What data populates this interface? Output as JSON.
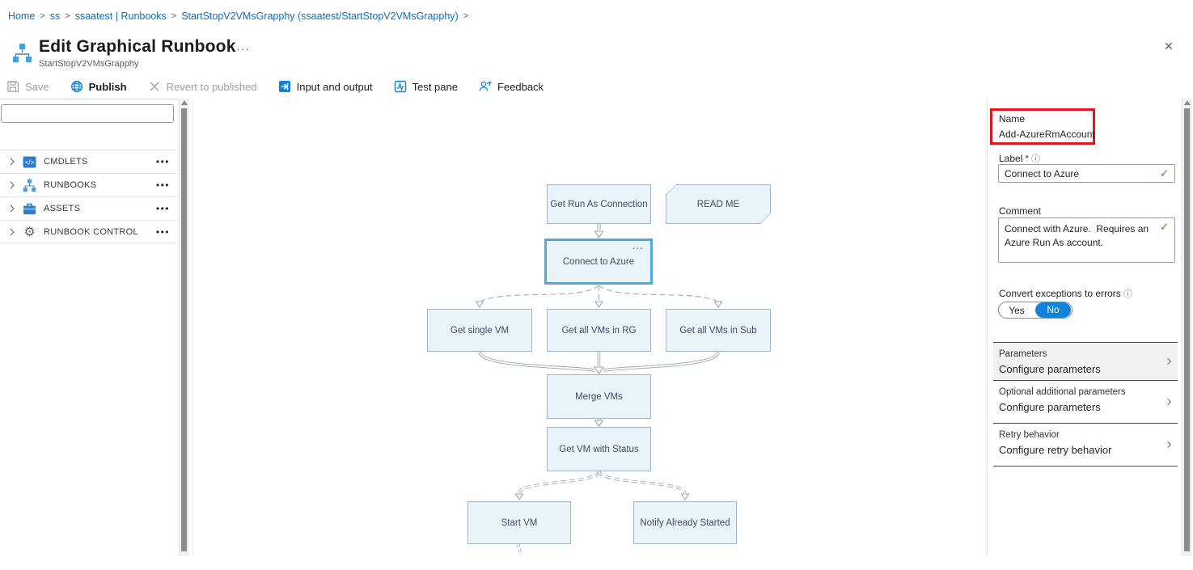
{
  "breadcrumb": {
    "separator": ">",
    "items": [
      {
        "label": "Home"
      },
      {
        "label": "ss"
      },
      {
        "label": "ssaatest | Runbooks"
      },
      {
        "label": "StartStopV2VMsGrapphy (ssaatest/StartStopV2VMsGrapphy)"
      }
    ]
  },
  "header": {
    "title": "Edit Graphical Runbook",
    "more": "···",
    "subtitle": "StartStopV2VMsGrapphy",
    "close": "✕"
  },
  "toolbar": {
    "save": "Save",
    "publish": "Publish",
    "revert": "Revert to published",
    "input_output": "Input and output",
    "test_pane": "Test pane",
    "feedback": "Feedback",
    "accent_color": "#0078d4",
    "disabled_color": "#a19f9d"
  },
  "sidebar": {
    "search_value": "",
    "more": "•••",
    "sections": [
      {
        "label": "CMDLETS",
        "icon": "code-icon"
      },
      {
        "label": "RUNBOOKS",
        "icon": "runbook-tree-icon"
      },
      {
        "label": "ASSETS",
        "icon": "briefcase-icon"
      },
      {
        "label": "RUNBOOK CONTROL",
        "icon": "gear-icon"
      }
    ]
  },
  "canvas": {
    "selected_node": "Connect to Azure",
    "selected_more": "···",
    "nodes": [
      {
        "label": "Get Run As Connection"
      },
      {
        "label": "READ ME"
      },
      {
        "label": "Connect to Azure"
      },
      {
        "label": "Get single VM"
      },
      {
        "label": "Get all VMs in RG"
      },
      {
        "label": "Get all VMs in Sub"
      },
      {
        "label": "Merge VMs"
      },
      {
        "label": "Get VM with Status"
      },
      {
        "label": "Start VM"
      },
      {
        "label": "Notify Already Started"
      }
    ],
    "node_fill": "#e9f3fa",
    "node_border": "#a3b4c2",
    "selected_border": "#52a7e0",
    "connector_color": "#9aa7b3"
  },
  "panel": {
    "name_label": "Name",
    "name_value": "Add-AzureRmAccount",
    "annotation_color": "#e1151d",
    "label_field": {
      "label": "Label",
      "required_mark": "*",
      "info": "ⓘ",
      "value": "Connect to Azure",
      "valid_mark": "✓"
    },
    "comment_field": {
      "label": "Comment",
      "value": "Connect with Azure.  Requires an Azure Run As account.",
      "valid_mark": "✓"
    },
    "convert_toggle": {
      "label": "Convert exceptions to errors",
      "info": "ⓘ",
      "options": [
        "Yes",
        "No"
      ],
      "selected": "No",
      "selected_color": "#1283d8"
    },
    "sections": [
      {
        "label": "Parameters",
        "value": "Configure parameters"
      },
      {
        "label": "Optional additional parameters",
        "value": "Configure parameters"
      },
      {
        "label": "Retry behavior",
        "value": "Configure retry behavior"
      }
    ]
  }
}
